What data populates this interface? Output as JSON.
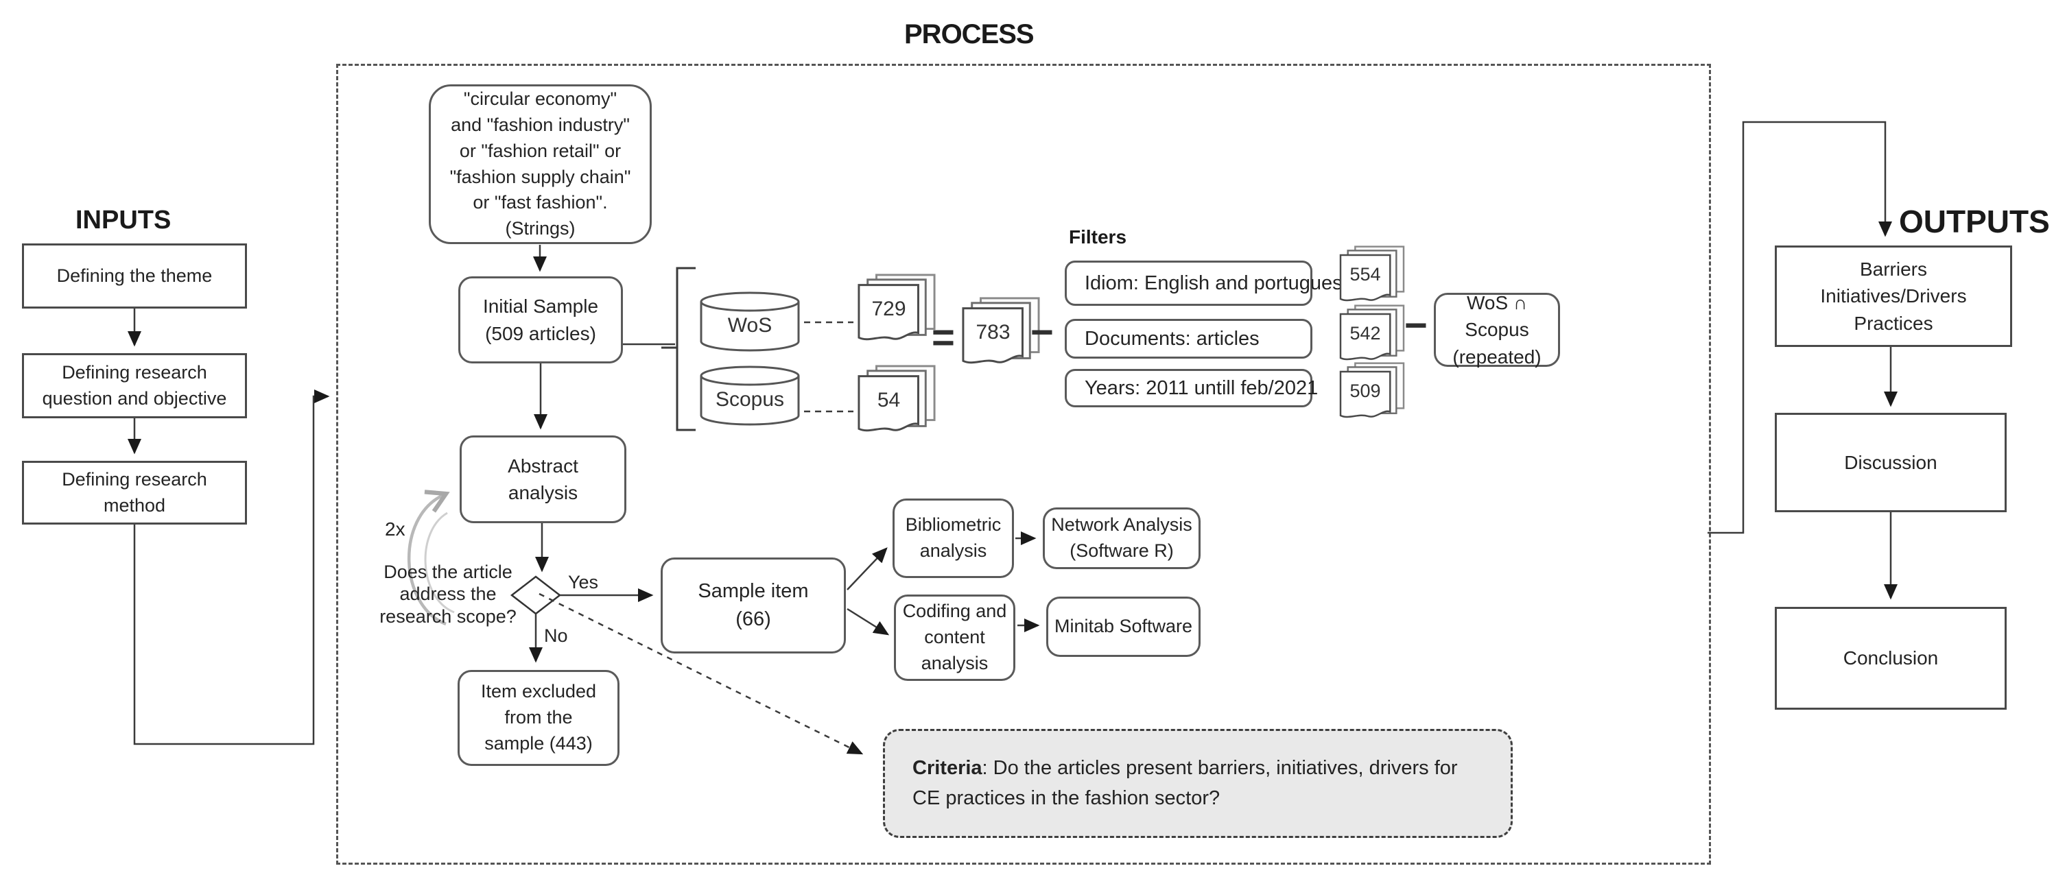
{
  "titles": {
    "inputs": "INPUTS",
    "process": "PROCESS",
    "outputs": "OUTPUTS"
  },
  "colors": {
    "line": "#3a3a3a",
    "box_border": "#4a4a4a",
    "criteria_fill": "#e9e9e9",
    "loop_arrow": "#b8b8b8"
  },
  "icons": {
    "database": "database-cylinder-icon",
    "documents": "document-stack-icon"
  },
  "inputs": {
    "box1": "Defining the theme",
    "box2_line1": "Defining research",
    "box2_line2": "question and objective",
    "box3_line1": "Defining research",
    "box3_line2": "method"
  },
  "process": {
    "strings": {
      "line1": "\"circular economy\"",
      "line2": "and \"fashion industry\"",
      "line3": "or \"fashion retail\" or",
      "line4": "\"fashion supply chain\"",
      "line5": "or \"fast fashion\".",
      "line6": "(Strings)"
    },
    "initial_sample": {
      "line1": "Initial Sample",
      "line2": "(509 articles)"
    },
    "databases": {
      "wos": "WoS",
      "scopus": "Scopus",
      "wos_count": "729",
      "scopus_count": "54"
    },
    "equals": "=",
    "minus": "−",
    "total_count": "783",
    "filters": {
      "heading": "Filters",
      "idiom": "Idiom: English and portuguese",
      "idiom_count": "554",
      "documents": "Documents: articles",
      "documents_count": "542",
      "years": "Years: 2011 untill feb/2021",
      "years_count": "509"
    },
    "dedupe": {
      "line1": "WoS ∩ Scopus",
      "line2": "(repeated)"
    },
    "abstract": {
      "line1": "Abstract",
      "line2": "analysis"
    },
    "loop_label": "2x",
    "question": {
      "line1": "Does the article",
      "line2": "address the",
      "line3": "research scope?"
    },
    "yes": "Yes",
    "no": "No",
    "sample_item": {
      "line1": "Sample item",
      "line2": "(66)"
    },
    "excluded": {
      "line1": "Item excluded",
      "line2": "from the",
      "line3": "sample (443)"
    },
    "bibliometric": {
      "line1": "Bibliometric",
      "line2": "analysis"
    },
    "network": {
      "line1": "Network Analysis",
      "line2": "(Software R)"
    },
    "codifying": {
      "line1": "Codifing and",
      "line2": "content analysis"
    },
    "minitab": "Minitab Software",
    "criteria": {
      "label": "Criteria",
      "text": ": Do the articles present barriers, initiatives, drivers for CE practices in the fashion sector?"
    }
  },
  "outputs": {
    "box1_line1": "Barriers",
    "box1_line2": "Initiatives/Drivers",
    "box1_line3": "Practices",
    "box2": "Discussion",
    "box3": "Conclusion"
  }
}
